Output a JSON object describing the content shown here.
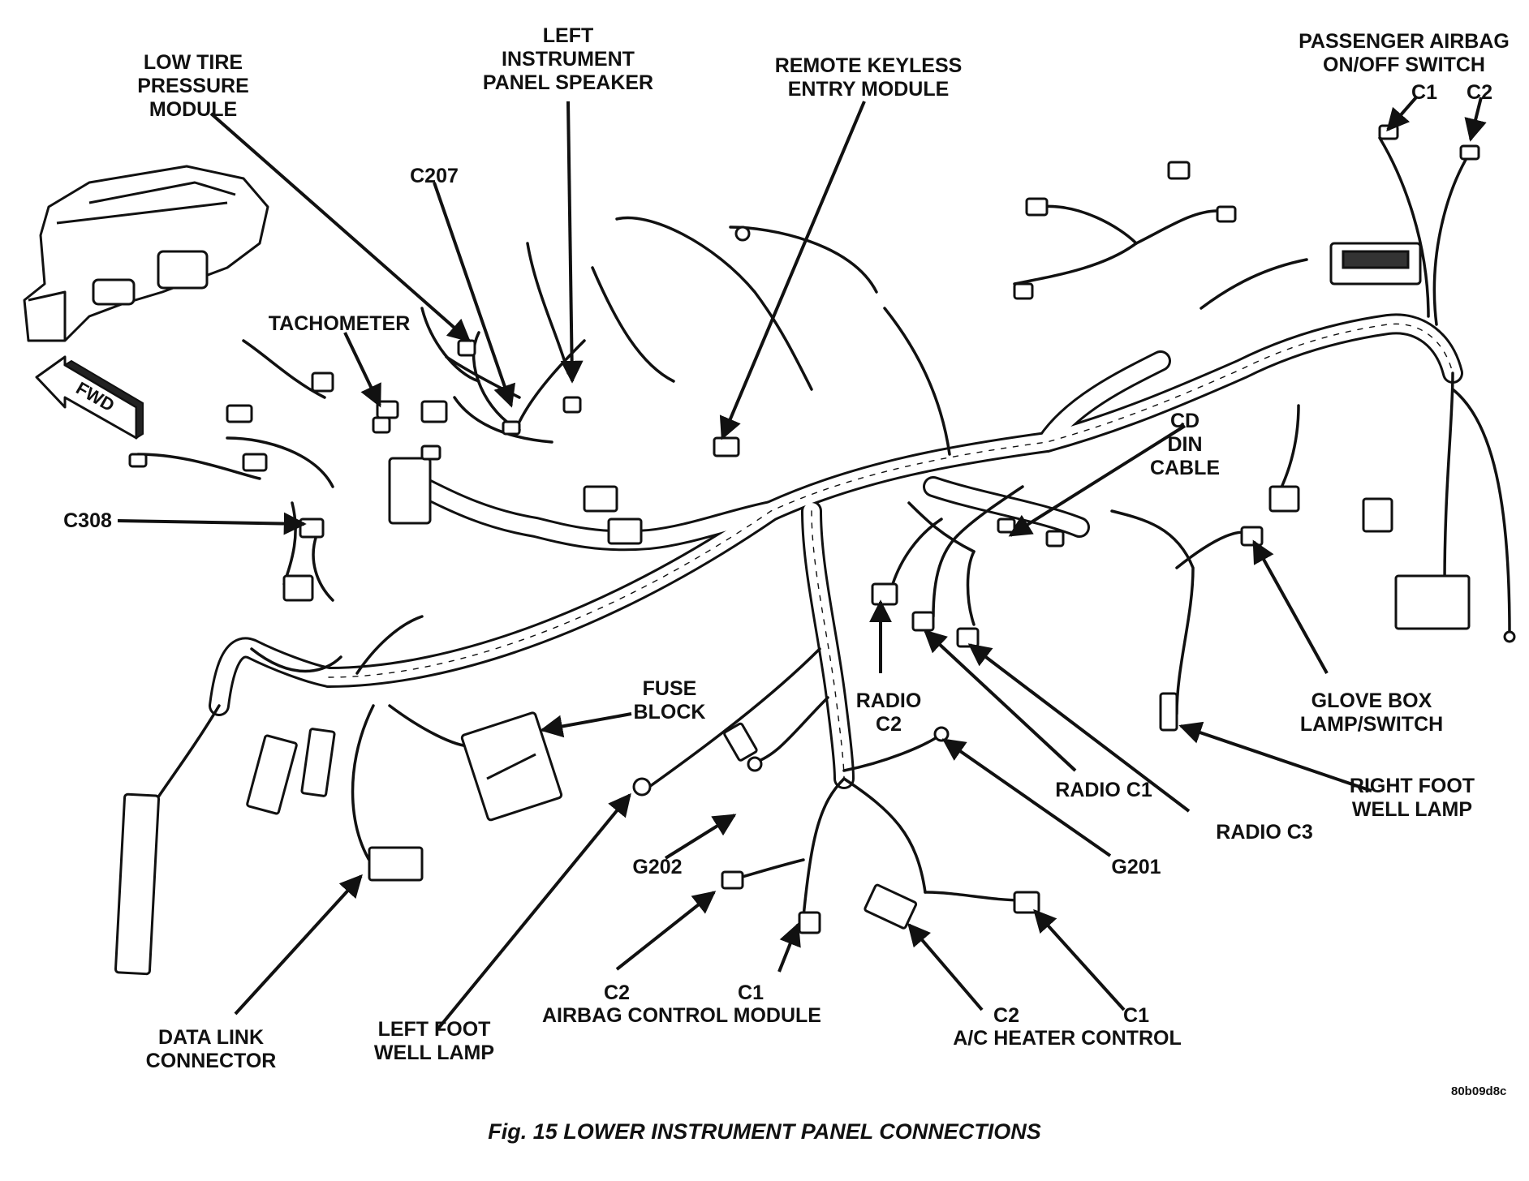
{
  "diagram": {
    "caption": "Fig. 15 LOWER INSTRUMENT PANEL CONNECTIONS",
    "figure_id": "80b09d8c",
    "direction_arrow": "FWD",
    "labels": {
      "low_tire_pressure_module": [
        "LOW TIRE",
        "PRESSURE",
        "MODULE"
      ],
      "left_ip_speaker": [
        "LEFT",
        "INSTRUMENT",
        "PANEL SPEAKER"
      ],
      "remote_keyless_entry": [
        "REMOTE KEYLESS",
        "ENTRY MODULE"
      ],
      "passenger_airbag_switch": [
        "PASSENGER AIRBAG",
        "ON/OFF SWITCH"
      ],
      "passenger_airbag_c1": "C1",
      "passenger_airbag_c2": "C2",
      "c207": "C207",
      "tachometer": "TACHOMETER",
      "c308": "C308",
      "cd_din_cable": [
        "CD",
        "DIN",
        "CABLE"
      ],
      "fuse_block": [
        "FUSE",
        "BLOCK"
      ],
      "radio_c2": [
        "RADIO",
        "C2"
      ],
      "radio_c1": "RADIO C1",
      "radio_c3": "RADIO C3",
      "glove_box_lamp_switch": [
        "GLOVE BOX",
        "LAMP/SWITCH"
      ],
      "right_foot_well_lamp": [
        "RIGHT FOOT",
        "WELL LAMP"
      ],
      "g201": "G201",
      "g202": "G202",
      "data_link_connector": [
        "DATA LINK",
        "CONNECTOR"
      ],
      "left_foot_well_lamp": [
        "LEFT FOOT",
        "WELL LAMP"
      ],
      "airbag_c2": "C2",
      "airbag_c1": "C1",
      "airbag_control_module": "AIRBAG CONTROL MODULE",
      "ac_c2": "C2",
      "ac_c1": "C1",
      "ac_heater_control": "A/C HEATER CONTROL"
    }
  }
}
